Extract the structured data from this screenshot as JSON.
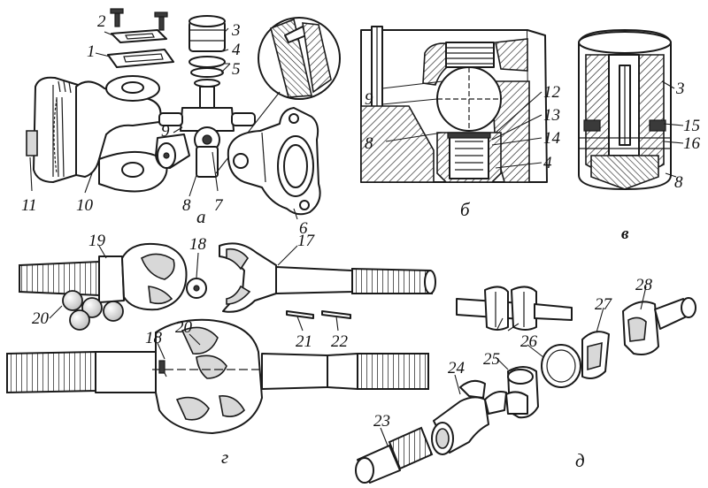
{
  "panels": {
    "a": "а",
    "b": "б",
    "v": "в",
    "g": "г",
    "d": "д"
  },
  "callouts": {
    "n1": "1",
    "n2": "2",
    "n3": "3",
    "n3b": "3",
    "n4": "4",
    "n4b": "4",
    "n5": "5",
    "n6": "6",
    "n7": "7",
    "n8": "8",
    "n8b": "8",
    "n8c": "8",
    "n9": "9",
    "n9b": "9",
    "n10": "10",
    "n11": "11",
    "n12": "12",
    "n13": "13",
    "n14": "14",
    "n15": "15",
    "n16": "16",
    "n17": "17",
    "n18": "18",
    "n18b": "18",
    "n19": "19",
    "n20": "20",
    "n20b": "20",
    "n21": "21",
    "n22": "22",
    "n23": "23",
    "n24": "24",
    "n25": "25",
    "n26": "26",
    "n27": "27",
    "n28": "28"
  }
}
